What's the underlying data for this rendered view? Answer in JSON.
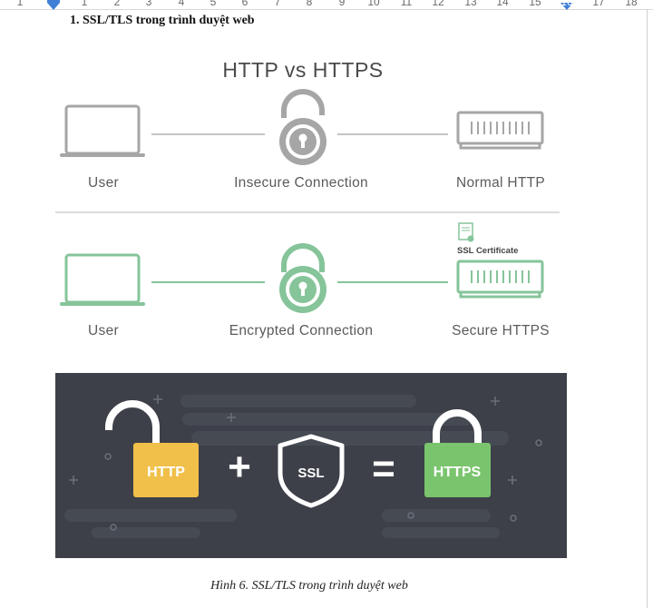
{
  "ruler": {
    "numbers": [
      "1",
      "1",
      "2",
      "3",
      "4",
      "5",
      "6",
      "7",
      "8",
      "9",
      "10",
      "11",
      "12",
      "13",
      "14",
      "15",
      "16",
      "17",
      "18"
    ]
  },
  "document": {
    "heading": "1. SSL/TLS trong trình duyệt web",
    "caption": "Hình 6. SSL/TLS trong trình duyệt web"
  },
  "figure": {
    "title": "HTTP vs HTTPS",
    "top_row": {
      "user": "User",
      "connection": "Insecure Connection",
      "server": "Normal HTTP"
    },
    "bottom_row": {
      "user": "User",
      "connection": "Encrypted Connection",
      "server": "Secure HTTPS",
      "certificate": "SSL Certificate"
    },
    "equation": {
      "http": "HTTP",
      "plus": "+",
      "ssl": "SSL",
      "equals": "=",
      "https": "HTTPS"
    },
    "colors": {
      "gray": "#a6a6a6",
      "green": "#86c49a",
      "dark_bg": "#3d4048",
      "yellow": "#f0c04a",
      "https_green": "#7ac46e"
    }
  }
}
